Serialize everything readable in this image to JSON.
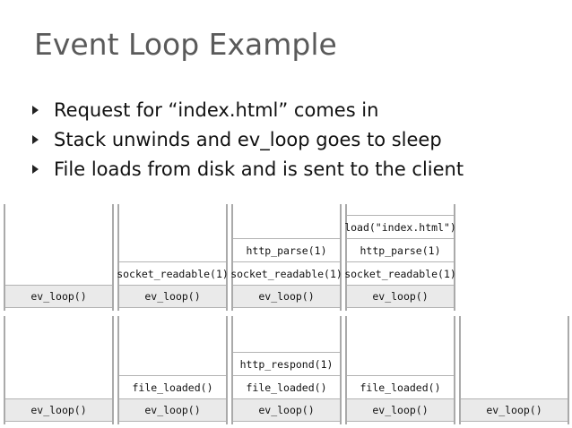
{
  "title": "Event Loop Example",
  "bullets": [
    "Request for “index.html” comes in",
    "Stack unwinds and ev_loop goes to sleep",
    "File loads from disk and is sent to the client"
  ],
  "rows": [
    {
      "stacks": [
        {
          "frames": [
            "ev_loop()"
          ]
        },
        {
          "frames": [
            "ev_loop()",
            "socket_readable(1)"
          ]
        },
        {
          "frames": [
            "ev_loop()",
            "socket_readable(1)",
            "http_parse(1)"
          ]
        },
        {
          "frames": [
            "ev_loop()",
            "socket_readable(1)",
            "http_parse(1)",
            "load(\"index.html\")"
          ]
        }
      ]
    },
    {
      "stacks": [
        {
          "frames": [
            "ev_loop()"
          ]
        },
        {
          "frames": [
            "ev_loop()",
            "file_loaded()"
          ]
        },
        {
          "frames": [
            "ev_loop()",
            "file_loaded()",
            "http_respond(1)"
          ]
        },
        {
          "frames": [
            "ev_loop()",
            "file_loaded()"
          ]
        },
        {
          "frames": [
            "ev_loop()"
          ]
        }
      ]
    }
  ]
}
